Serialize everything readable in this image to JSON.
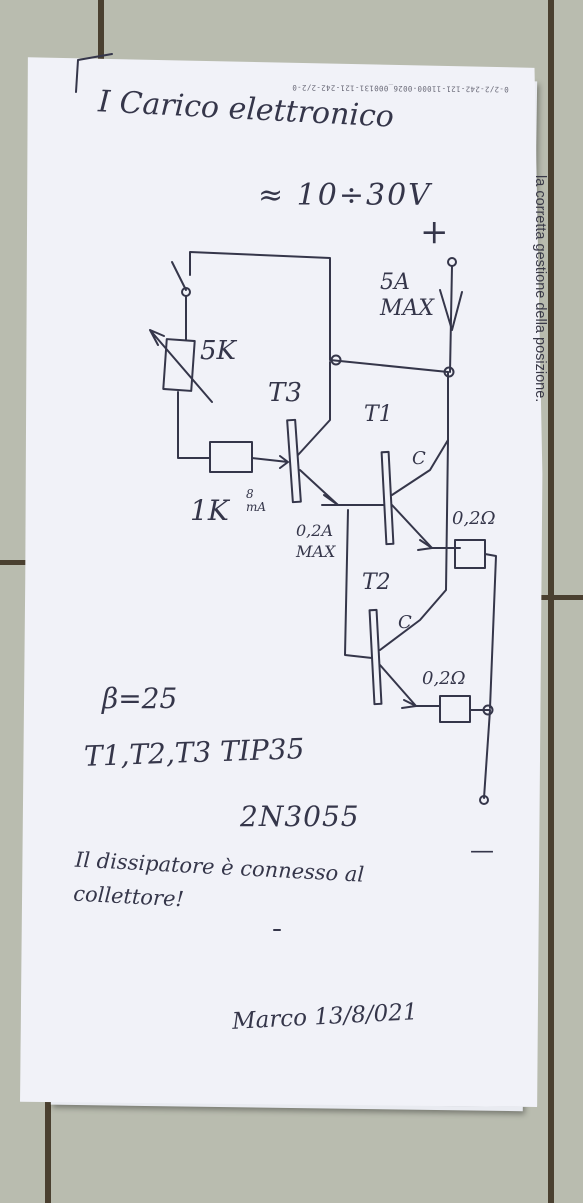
{
  "note": {
    "title": "I Carico elettronico",
    "voltage_range": "≈ 10÷30V",
    "plus_terminal": "+",
    "minus_terminal": "—",
    "max_current": "5A MAX",
    "pot_label": "5K",
    "base_resistor": "1K",
    "base_current": "8 mA",
    "t3_current": "0,2A MAX",
    "t1_label": "T1",
    "t2_label": "T2",
    "t3_label": "T3",
    "collector_t1": "C",
    "collector_t2": "C",
    "emitter_res_1": "0,2Ω",
    "emitter_res_2": "0,2Ω",
    "beta": "β=25",
    "transistors": "T1,T2,T3 TIP35",
    "alt_transistor": "2N3055",
    "warning": "Il dissipatore è connesso al collettore!",
    "signature": "Marco 13/8/021"
  },
  "printed": {
    "side_text": "la corretta gestione della posizione.",
    "top_text": "0-2/2-242-121-11000-0026_000131-121-242-2/2-0"
  },
  "colors": {
    "ink": "#35364a",
    "paper": "#f1f2f8",
    "floor": "#b9bcaf"
  }
}
